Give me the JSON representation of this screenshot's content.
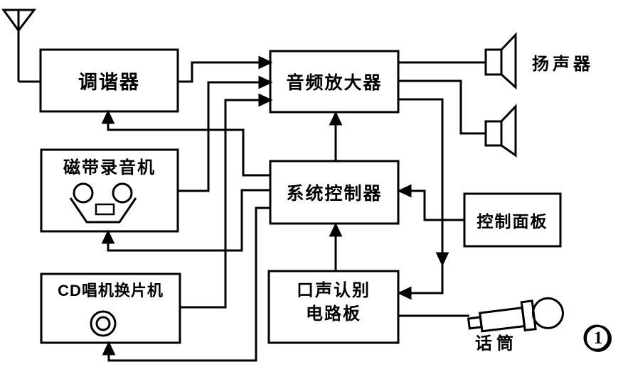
{
  "blocks": {
    "tuner": {
      "label": "调谐器"
    },
    "audio_amplifier": {
      "label": "音频放大器"
    },
    "tape_recorder": {
      "label": "磁带录音机"
    },
    "system_controller": {
      "label": "系统控制器"
    },
    "control_panel": {
      "label": "控制面板"
    },
    "cd_changer": {
      "label": "CD唱机换片机"
    },
    "voice_recognition_board": {
      "label_line1": "口声认别",
      "label_line2": "电路板"
    }
  },
  "labels": {
    "speakers": "扬声器",
    "microphone": "话筒",
    "figure_number": "1"
  },
  "icons": {
    "antenna": "antenna-icon",
    "speaker_top": "speaker-icon",
    "speaker_bottom": "speaker-icon",
    "cassette": "cassette-reels-icon",
    "cd_disc": "cd-disc-icon",
    "microphone": "microphone-icon"
  },
  "colors": {
    "line": "#000000",
    "background": "#ffffff"
  },
  "connections": [
    {
      "from": "antenna",
      "to": "tuner",
      "arrow": false
    },
    {
      "from": "tuner",
      "to": "audio_amplifier",
      "arrow": true
    },
    {
      "from": "tape_recorder",
      "to": "audio_amplifier",
      "arrow": true
    },
    {
      "from": "cd_changer",
      "to": "audio_amplifier",
      "arrow": true
    },
    {
      "from": "system_controller",
      "to": "audio_amplifier",
      "arrow": true
    },
    {
      "from": "audio_amplifier",
      "to": "speaker_top",
      "arrow": false
    },
    {
      "from": "audio_amplifier",
      "to": "speaker_bottom",
      "arrow": false
    },
    {
      "from": "audio_amplifier",
      "to": "voice_recognition_board",
      "arrow": true
    },
    {
      "from": "system_controller",
      "to": "tuner",
      "arrow": true
    },
    {
      "from": "system_controller",
      "to": "tape_recorder",
      "arrow": true
    },
    {
      "from": "system_controller",
      "to": "cd_changer",
      "arrow": true
    },
    {
      "from": "control_panel",
      "to": "system_controller",
      "arrow": true
    },
    {
      "from": "voice_recognition_board",
      "to": "system_controller",
      "arrow": true
    },
    {
      "from": "microphone",
      "to": "voice_recognition_board",
      "arrow": false
    }
  ]
}
